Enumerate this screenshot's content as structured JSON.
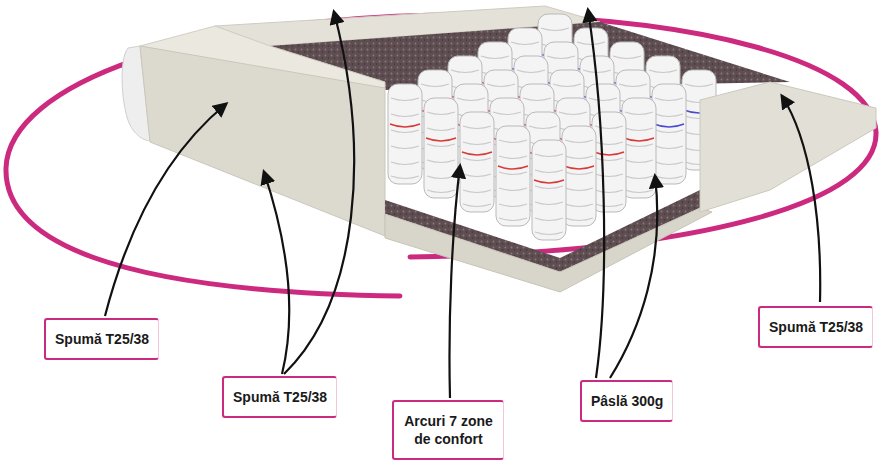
{
  "diagram": {
    "nodes": [
      {
        "text": [
          "Spumă T25/38"
        ]
      },
      {
        "text": [
          "Spumă T25/38"
        ]
      },
      {
        "text": [
          "Arcuri 7 zone de confort"
        ]
      },
      {
        "text": [
          "Pâslă 300g"
        ]
      },
      {
        "text": [
          "Spumă T25/38"
        ]
      }
    ]
  }
}
